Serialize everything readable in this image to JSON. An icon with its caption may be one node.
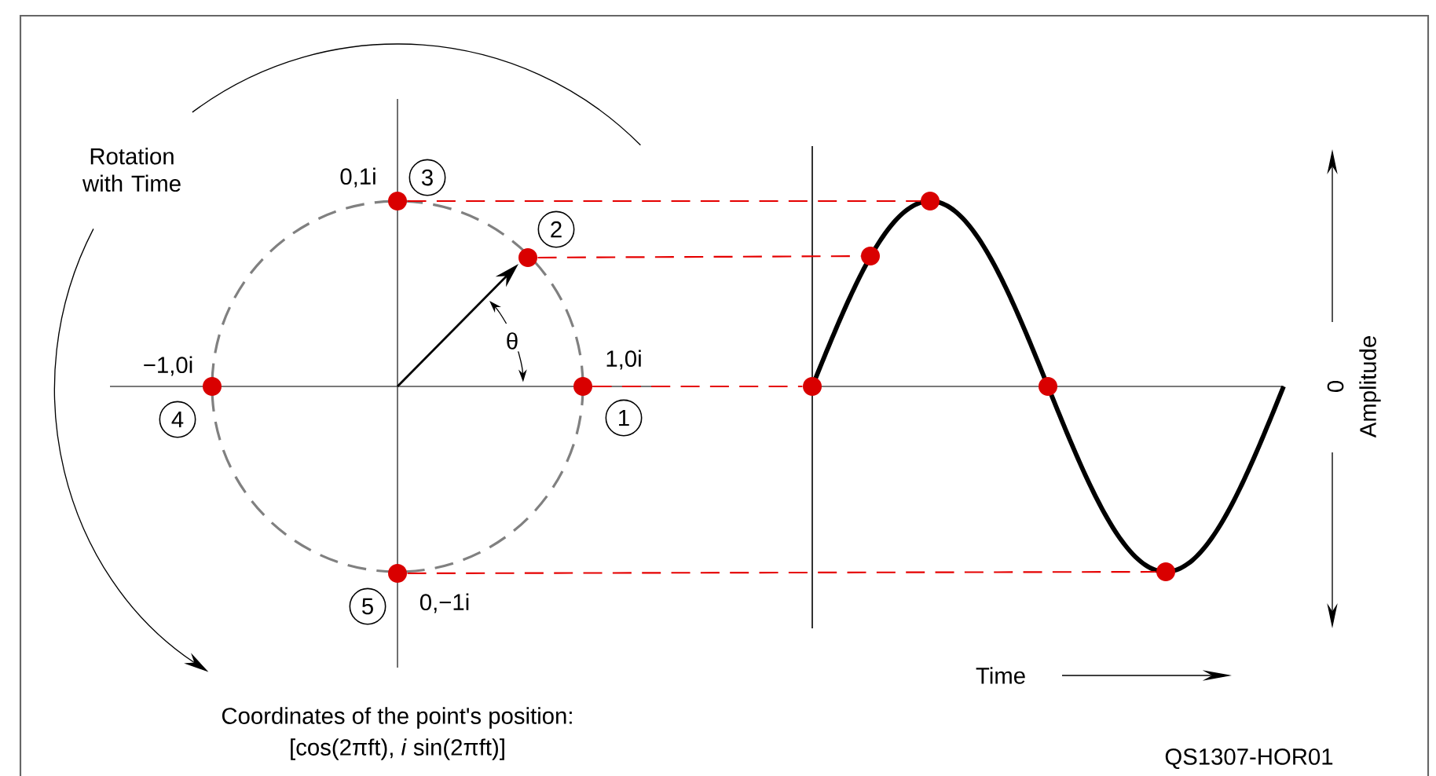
{
  "diagram": {
    "nodes": [
      {
        "text": [],
        "shape": "circle",
        "beside": [
          "0,1i",
          "3"
        ]
      },
      {
        "text": [],
        "shape": "circle",
        "beside": [
          "2"
        ]
      },
      {
        "text": [],
        "shape": "circle",
        "beside": [
          "−1,0i",
          "4"
        ]
      },
      {
        "text": [],
        "shape": "circle",
        "beside": [
          "1,0i",
          "1"
        ]
      },
      {
        "text": [],
        "shape": "circle",
        "beside": [
          "5",
          "0,−1i"
        ]
      },
      {
        "text": [],
        "shape": "circle"
      },
      {
        "text": [],
        "shape": "circle"
      },
      {
        "text": [],
        "shape": "circle"
      },
      {
        "text": [],
        "shape": "circle"
      },
      {
        "text": [],
        "shape": "circle"
      }
    ],
    "edges": [
      {
        "from": 3,
        "to": 5,
        "arrow": "none",
        "style": "dashed"
      },
      {
        "from": 1,
        "to": 6,
        "arrow": "none",
        "style": "dashed"
      },
      {
        "from": 0,
        "to": 7,
        "arrow": "none",
        "style": "dashed"
      },
      {
        "from": 4,
        "to": 9,
        "arrow": "none",
        "style": "dashed"
      }
    ],
    "labels": [
      "Rotation with Time",
      "θ",
      "0",
      "Amplitude",
      "Time",
      "Coordinates of the point's position:",
      "[cos(2πft), *i* sin(2πft)]",
      "QS1307-HOR01"
    ]
  }
}
